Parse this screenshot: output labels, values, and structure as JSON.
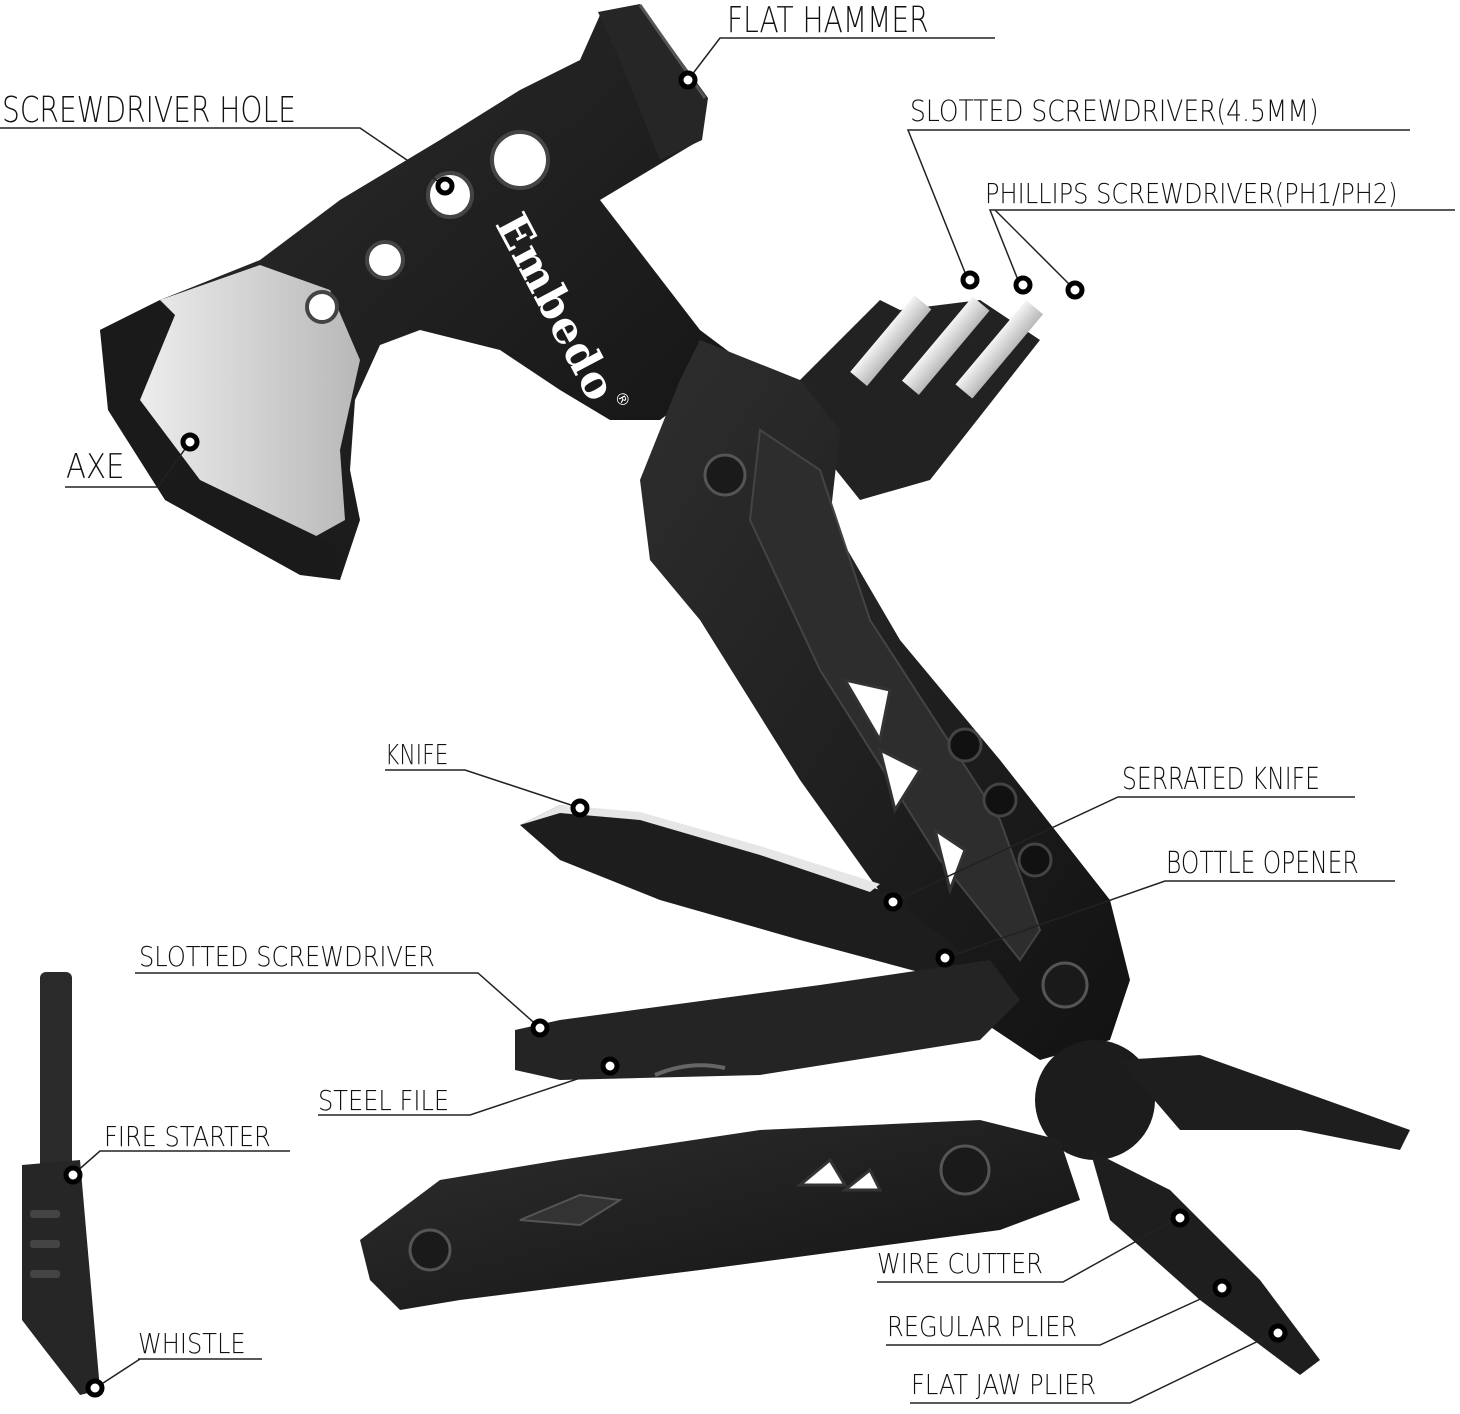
{
  "product": {
    "brand": "Embedo",
    "brand_mark": "®"
  },
  "callouts": [
    {
      "id": "flat-hammer",
      "label": "FLAT HAMMER"
    },
    {
      "id": "screwdriver-hole",
      "label": "SCREWDRIVER HOLE"
    },
    {
      "id": "slotted-screwdriver-bit",
      "label": "SLOTTED SCREWDRIVER(4.5MM)"
    },
    {
      "id": "phillips-screwdriver-bit",
      "label": "PHILLIPS SCREWDRIVER(PH1/PH2)"
    },
    {
      "id": "axe",
      "label": "AXE"
    },
    {
      "id": "knife",
      "label": "KNIFE"
    },
    {
      "id": "serrated-knife",
      "label": "SERRATED KNIFE"
    },
    {
      "id": "bottle-opener",
      "label": "BOTTLE OPENER"
    },
    {
      "id": "slotted-screwdriver",
      "label": "SLOTTED SCREWDRIVER"
    },
    {
      "id": "steel-file",
      "label": "STEEL FILE"
    },
    {
      "id": "fire-starter",
      "label": "FIRE STARTER"
    },
    {
      "id": "whistle",
      "label": "WHISTLE"
    },
    {
      "id": "wire-cutter",
      "label": "WIRE CUTTER"
    },
    {
      "id": "regular-plier",
      "label": "REGULAR PLIER"
    },
    {
      "id": "flat-jaw-plier",
      "label": "FLAT JAW PLIER"
    }
  ],
  "colors": {
    "tool_body": "#1c1c1c",
    "tool_highlight": "#3a3a3a",
    "blade_edge": "#d8d8d8",
    "leader_line": "#222222",
    "background": "#ffffff"
  }
}
